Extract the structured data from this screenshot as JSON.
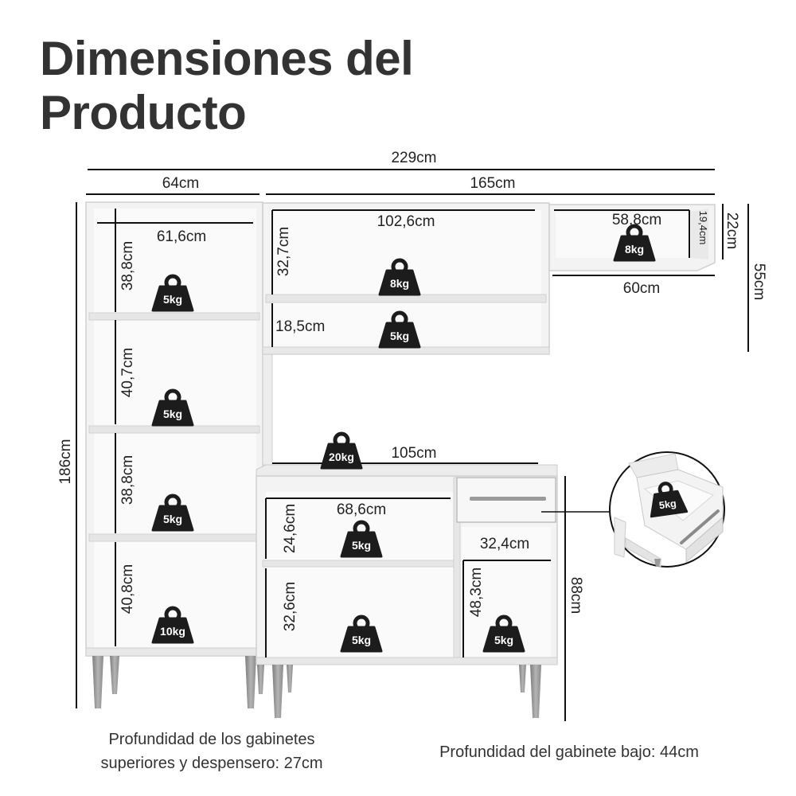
{
  "title": {
    "line1": "Dimensiones del",
    "line2": "Producto"
  },
  "dimensions": {
    "total_width": "229cm",
    "pantry_width": "64cm",
    "kitchen_width": "165cm",
    "pantry_inner_width": "61,6cm",
    "pantry_shelf_1": "38,8cm",
    "pantry_shelf_2": "40,7cm",
    "pantry_shelf_3": "38,8cm",
    "pantry_shelf_4": "40,8cm",
    "total_height": "186cm",
    "upper_inner_width": "102,6cm",
    "upper_top_height": "32,7cm",
    "upper_bottom_height": "18,5cm",
    "small_upper_inner_width": "58,8cm",
    "small_upper_inner_height": "19,4cm",
    "small_upper_height": "22cm",
    "small_upper_width": "60cm",
    "upper_total_height": "55cm",
    "base_width": "105cm",
    "base_inner_width": "68,6cm",
    "base_top_height": "24,6cm",
    "base_bottom_height": "32,6cm",
    "base_side_width": "32,4cm",
    "base_side_height": "48,3cm",
    "base_height": "88cm"
  },
  "weights": {
    "pantry_1": "5kg",
    "pantry_2": "5kg",
    "pantry_3": "5kg",
    "pantry_4": "10kg",
    "upper_top": "8kg",
    "upper_bottom": "5kg",
    "small_upper": "8kg",
    "countertop": "20kg",
    "base_top": "5kg",
    "base_bottom": "5kg",
    "base_side": "5kg",
    "drawer": "5kg"
  },
  "notes": {
    "upper_depth_line1": "Profundidad de los gabinetes",
    "upper_depth_line2": "superiores y despensero: 27cm",
    "base_depth": "Profundidad del gabinete bajo: 44cm"
  },
  "colors": {
    "furniture": "#f2f2f2",
    "furniture_edge": "#cfcfcf",
    "line": "#111111",
    "weight_icon": "#1c1c1c",
    "legs": "#9a9a9a",
    "title": "#333333"
  }
}
